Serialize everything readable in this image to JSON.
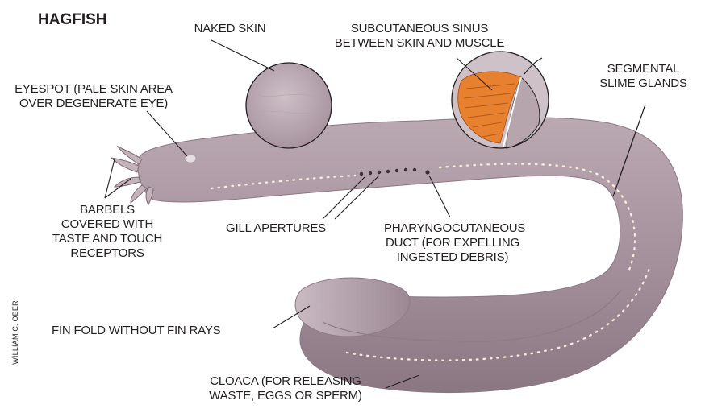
{
  "title": "HAGFISH",
  "credit": "WILLIAM C. OBER",
  "labels": {
    "naked_skin": "NAKED SKIN",
    "sinus": "SUBCUTANEOUS SINUS\nBETWEEN SKIN AND MUSCLE",
    "slime_glands": "SEGMENTAL\nSLIME GLANDS",
    "eyespot": "EYESPOT (PALE SKIN AREA\nOVER DEGENERATE EYE)",
    "barbels": "BARBELS\nCOVERED WITH\nTASTE AND TOUCH\nRECEPTORS",
    "gill_apertures": "GILL APERTURES",
    "duct": "PHARYNGOCUTANEOUS\nDUCT (FOR EXPELLING\nINGESTED DEBRIS)",
    "fin_fold": "FIN FOLD WITHOUT FIN RAYS",
    "cloaca": "CLOACA (FOR RELEASING\nWASTE, EGGS OR SPERM)"
  },
  "colors": {
    "body": "#a9959f",
    "body_shadow": "#8a7782",
    "body_light": "#c5b6bd",
    "muscle": "#e8812f",
    "pores": "#f3ecdc",
    "line": "#231f20"
  }
}
